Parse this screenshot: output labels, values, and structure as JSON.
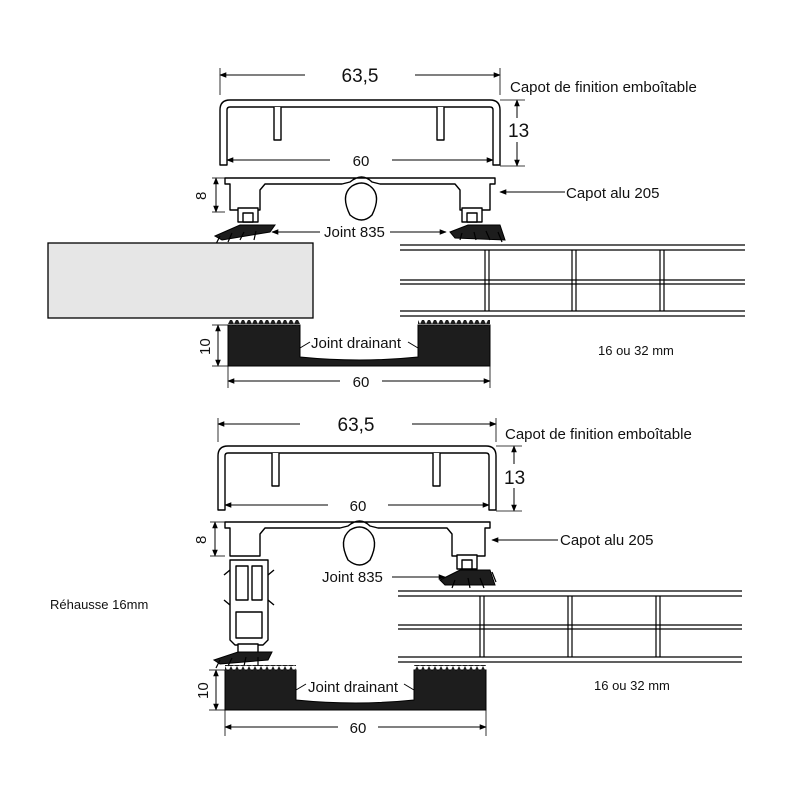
{
  "top_section": {
    "width_label": "63,5",
    "cap_label": "Capot de finition emboîtable",
    "cap_height_label": "13",
    "cap_inner_width_label": "60",
    "alu_height_label": "8",
    "alu_label": "Capot alu 205",
    "joint_label": "Joint 835",
    "drain_height_label": "10",
    "drain_label": "Joint drainant",
    "base_width_label": "60",
    "panel_thickness_label": "16 ou  32 mm"
  },
  "bottom_section": {
    "width_label": "63,5",
    "cap_label": "Capot de finition emboîtable",
    "cap_height_label": "13",
    "cap_inner_width_label": "60",
    "alu_height_label": "8",
    "alu_label": "Capot alu 205",
    "joint_label": "Joint 835",
    "riser_label": "Réhausse 16mm",
    "drain_height_label": "10",
    "drain_label": "Joint drainant",
    "base_width_label": "60",
    "panel_thickness_label": "16 ou  32 mm"
  }
}
